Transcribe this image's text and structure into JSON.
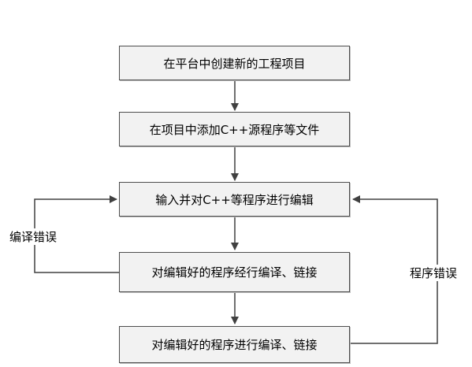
{
  "steps": [
    "在平台中创建新的工程项目",
    "在项目中添加C++源程序等文件",
    "输入并对C++等程序进行编辑",
    "对编辑好的程序经行编译、链接",
    "对编辑好的程序进行编译、链接"
  ],
  "feedback": {
    "left": "编译错误",
    "right": "程序错误"
  }
}
